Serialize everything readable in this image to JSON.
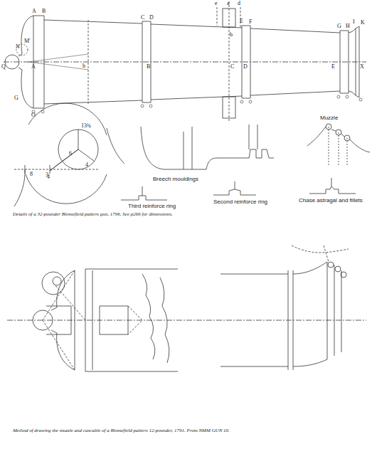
{
  "diagram": {
    "caption": "Details of a 32-pounder Blomefield pattern gun, 1796. See p266 for dimensions.",
    "labels": [
      "A",
      "B",
      "C",
      "D",
      "E",
      "F",
      "G",
      "H",
      "I",
      "K",
      "e",
      "a",
      "d",
      "b",
      "N",
      "M'",
      "Q",
      "A",
      "h",
      "B",
      "C",
      "D",
      "E",
      "X",
      "G",
      "O",
      "13¾",
      "6",
      "4",
      "3",
      "8",
      "4",
      "Breech mouldings",
      "Muzzle",
      "Third reinforce ring",
      "Second reinforce ring",
      "Chase astragal and fillets",
      "Method of drawing the muzzle and cascable of a Blomefield pattern 12-pounder, 1791. From NMM GUN 10."
    ]
  }
}
